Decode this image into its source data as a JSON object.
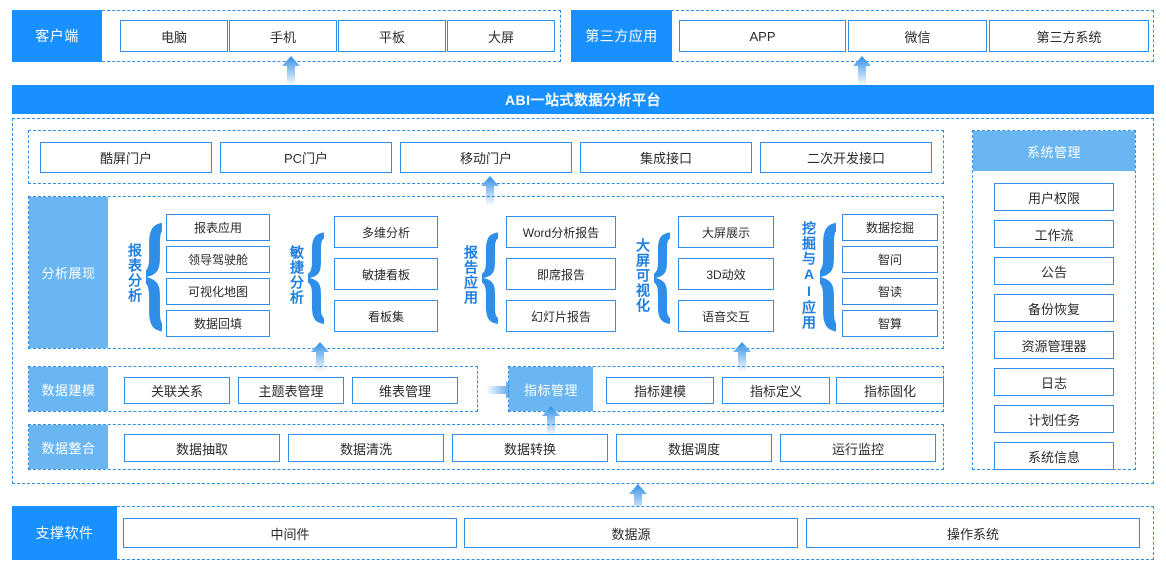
{
  "platform_banner": "ABI一站式数据分析平台",
  "top_row": {
    "client": {
      "label": "客户端",
      "items": [
        "电脑",
        "手机",
        "平板",
        "大屏"
      ]
    },
    "third_party": {
      "label": "第三方应用",
      "items": [
        "APP",
        "微信",
        "第三方系统"
      ]
    }
  },
  "portal_row": {
    "items": [
      "酷屏门户",
      "PC门户",
      "移动门户",
      "集成接口",
      "二次开发接口"
    ]
  },
  "analysis": {
    "label": "分析展现",
    "groups": [
      {
        "caption": "报表分析",
        "items": [
          "报表应用",
          "领导驾驶舱",
          "可视化地图",
          "数据回填"
        ]
      },
      {
        "caption": "敏捷分析",
        "items": [
          "多维分析",
          "敏捷看板",
          "看板集"
        ]
      },
      {
        "caption": "报告应用",
        "items": [
          "Word分析报告",
          "即席报告",
          "幻灯片报告"
        ]
      },
      {
        "caption": "大屏可视化",
        "items": [
          "大屏展示",
          "3D动效",
          "语音交互"
        ]
      },
      {
        "caption": "挖掘与AI应用",
        "items": [
          "数据挖掘",
          "智问",
          "智读",
          "智算"
        ]
      }
    ]
  },
  "modeling": {
    "label": "数据建模",
    "items": [
      "关联关系",
      "主题表管理",
      "维表管理"
    ],
    "metric_label": "指标管理",
    "metric_items": [
      "指标建模",
      "指标定义",
      "指标固化"
    ]
  },
  "integration": {
    "label": "数据整合",
    "items": [
      "数据抽取",
      "数据清洗",
      "数据转换",
      "数据调度",
      "运行监控"
    ]
  },
  "system_management": {
    "label": "系统管理",
    "items": [
      "用户权限",
      "工作流",
      "公告",
      "备份恢复",
      "资源管理器",
      "日志",
      "计划任务",
      "系统信息"
    ]
  },
  "support": {
    "label": "支撑软件",
    "items": [
      "中间件",
      "数据源",
      "操作系统"
    ]
  },
  "colors": {
    "primary_blue": "#1890ff",
    "light_blue": "#6ab6f2",
    "border_blue": "#2f8fe8",
    "text_dark": "#2b2b2b",
    "caption_blue": "#1f7fe0"
  }
}
